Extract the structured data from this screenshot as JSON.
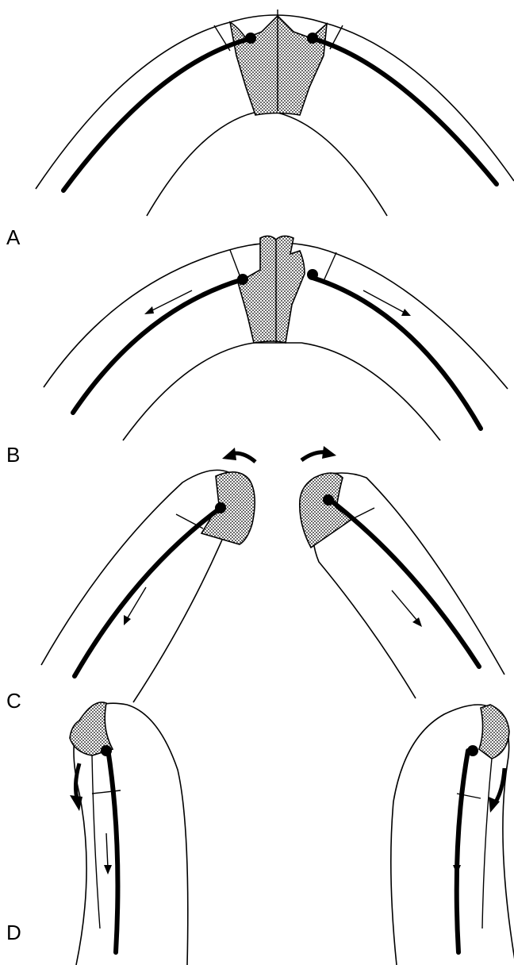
{
  "panels": [
    {
      "id": "A",
      "label": "A"
    },
    {
      "id": "B",
      "label": "B"
    },
    {
      "id": "C",
      "label": "C"
    },
    {
      "id": "D",
      "label": "D"
    }
  ],
  "colors": {
    "line": "#000000",
    "background": "#ffffff",
    "stipple": "#000000"
  }
}
